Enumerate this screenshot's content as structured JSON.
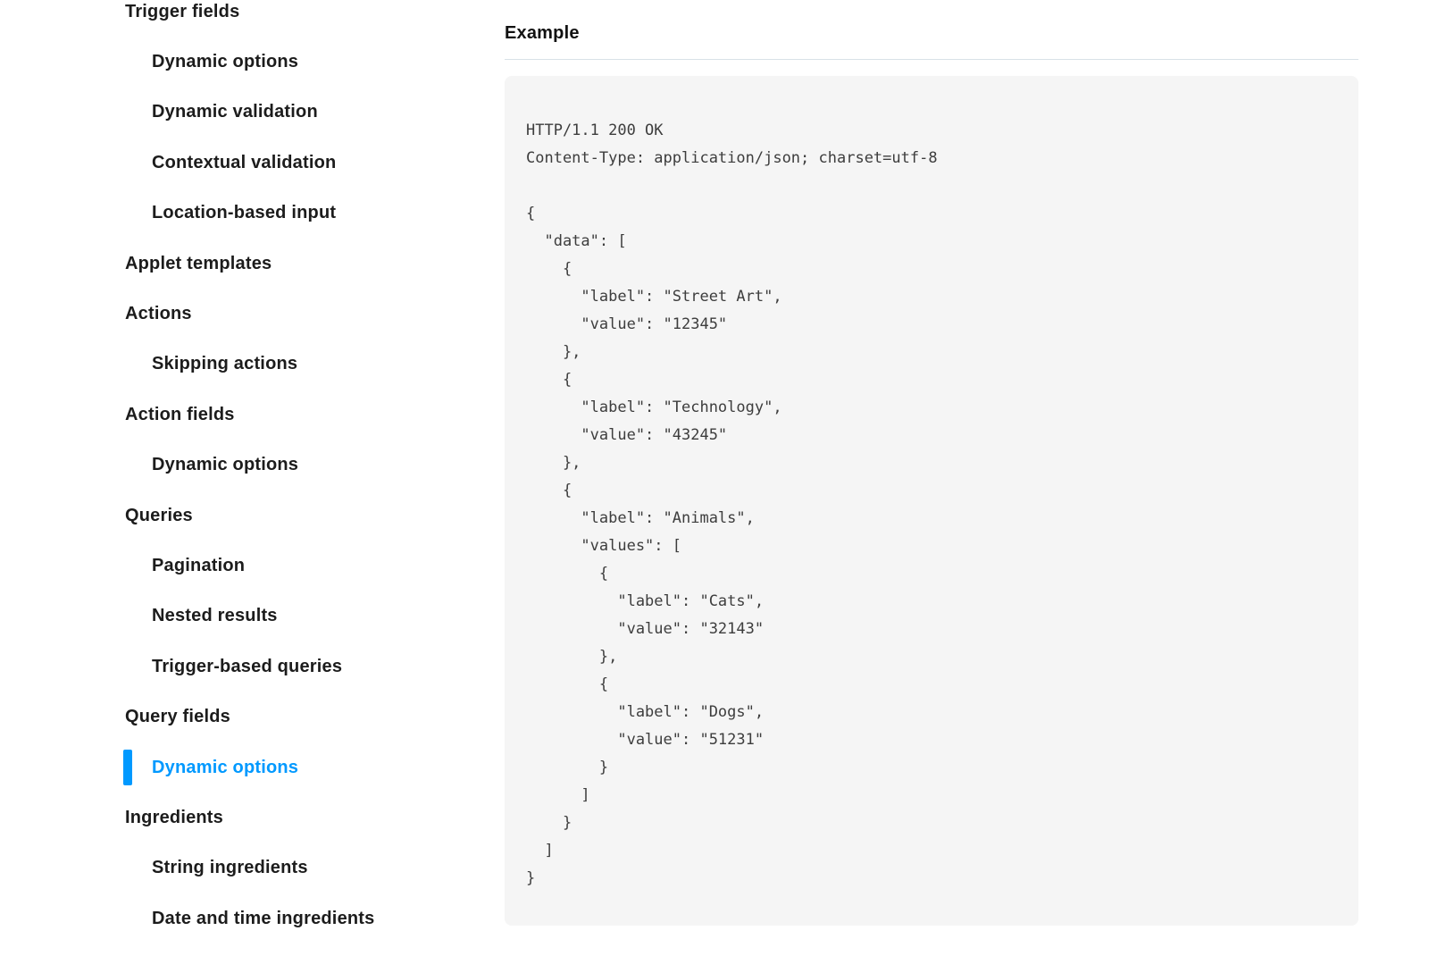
{
  "colors": {
    "accent": "#0099ff",
    "sidebar_text": "#1c1c1c",
    "heading_text": "#111111",
    "divider": "#d9e2e7",
    "code_bg": "#f5f5f5",
    "code_text": "#3d3d3d"
  },
  "sidebar": {
    "items": [
      {
        "label": "Trigger fields",
        "level": 0,
        "active": false
      },
      {
        "label": "Dynamic options",
        "level": 1,
        "active": false
      },
      {
        "label": "Dynamic validation",
        "level": 1,
        "active": false
      },
      {
        "label": "Contextual validation",
        "level": 1,
        "active": false
      },
      {
        "label": "Location-based input",
        "level": 1,
        "active": false
      },
      {
        "label": "Applet templates",
        "level": 0,
        "active": false
      },
      {
        "label": "Actions",
        "level": 0,
        "active": false
      },
      {
        "label": "Skipping actions",
        "level": 1,
        "active": false
      },
      {
        "label": "Action fields",
        "level": 0,
        "active": false
      },
      {
        "label": "Dynamic options",
        "level": 1,
        "active": false
      },
      {
        "label": "Queries",
        "level": 0,
        "active": false
      },
      {
        "label": "Pagination",
        "level": 1,
        "active": false
      },
      {
        "label": "Nested results",
        "level": 1,
        "active": false
      },
      {
        "label": "Trigger-based queries",
        "level": 1,
        "active": false
      },
      {
        "label": "Query fields",
        "level": 0,
        "active": false
      },
      {
        "label": "Dynamic options",
        "level": 1,
        "active": true
      },
      {
        "label": "Ingredients",
        "level": 0,
        "active": false
      },
      {
        "label": "String ingredients",
        "level": 1,
        "active": false
      },
      {
        "label": "Date and time ingredients",
        "level": 1,
        "active": false
      }
    ]
  },
  "main": {
    "heading": "Example",
    "code": {
      "lines": [
        "HTTP/1.1 200 OK",
        "Content-Type: application/json; charset=utf-8",
        "",
        "{",
        "  \"data\": [",
        "    {",
        "      \"label\": \"Street Art\",",
        "      \"value\": \"12345\"",
        "    },",
        "    {",
        "      \"label\": \"Technology\",",
        "      \"value\": \"43245\"",
        "    },",
        "    {",
        "      \"label\": \"Animals\",",
        "      \"values\": [",
        "        {",
        "          \"label\": \"Cats\",",
        "          \"value\": \"32143\"",
        "        },",
        "        {",
        "          \"label\": \"Dogs\",",
        "          \"value\": \"51231\"",
        "        }",
        "      ]",
        "    }",
        "  ]",
        "}"
      ]
    }
  }
}
